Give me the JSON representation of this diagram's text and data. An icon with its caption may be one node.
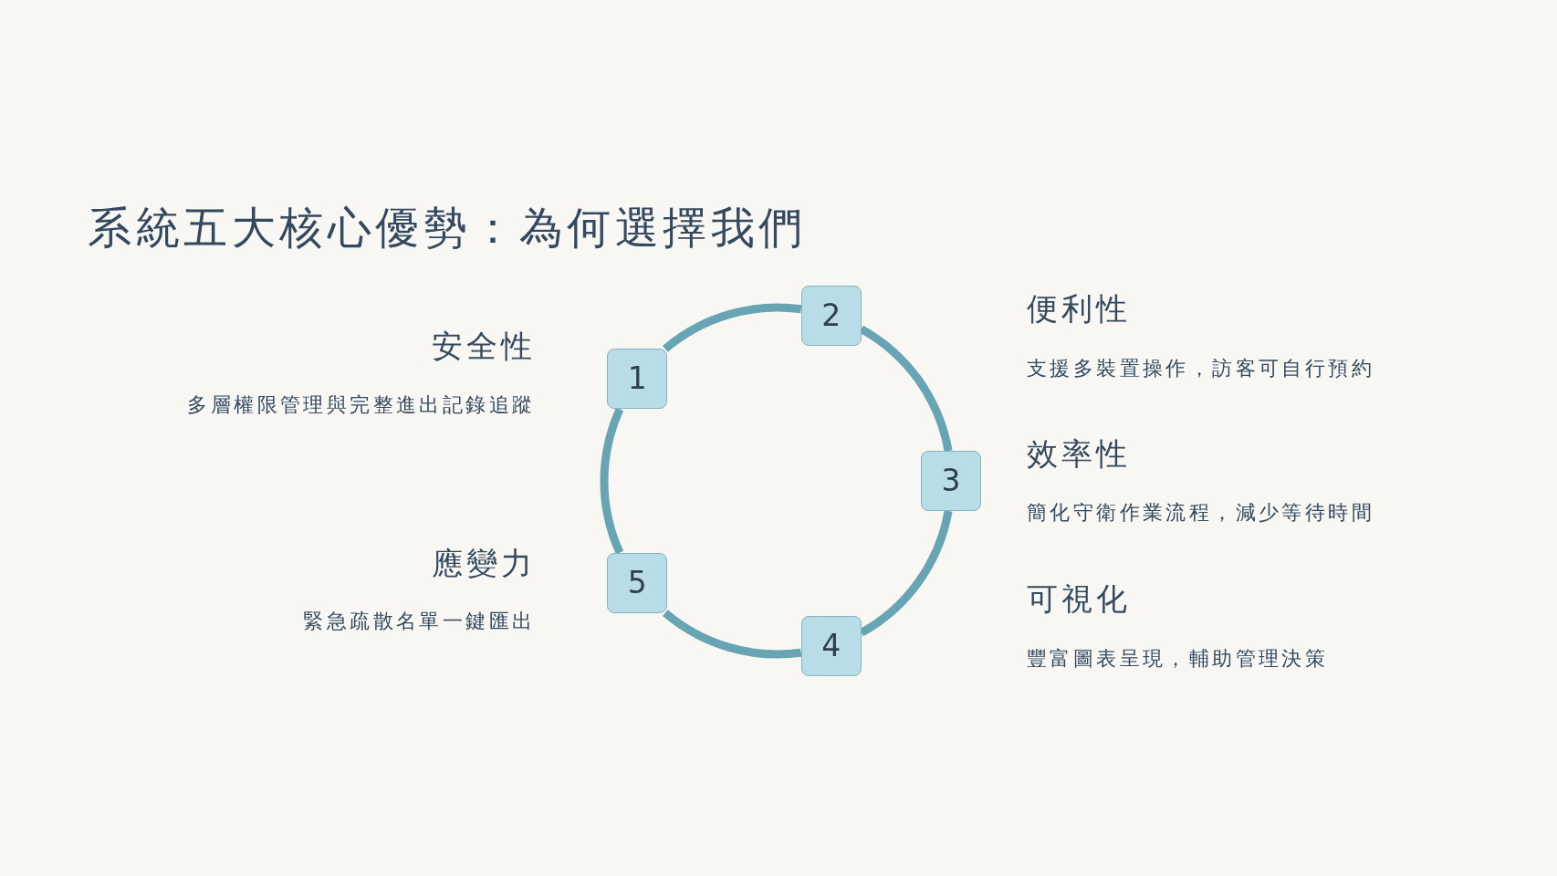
{
  "diagram": {
    "title": "系統五大核心優勢：為何選擇我們",
    "nodes": [
      {
        "text": [
          "1"
        ],
        "beside": [
          "安全性",
          "多層權限管理與完整進出記錄追蹤"
        ]
      },
      {
        "text": [
          "2"
        ],
        "beside": [
          "便利性",
          "支援多裝置操作，訪客可自行預約"
        ]
      },
      {
        "text": [
          "3"
        ],
        "beside": [
          "效率性",
          "簡化守衛作業流程，減少等待時間"
        ]
      },
      {
        "text": [
          "4"
        ],
        "beside": [
          "可視化",
          "豐富圖表呈現，輔助管理決策"
        ]
      },
      {
        "text": [
          "5"
        ],
        "beside": [
          "應變力",
          "緊急疏散名單一鍵匯出"
        ]
      }
    ],
    "edges": [
      {
        "from": 0,
        "to": 1,
        "arrow": "none"
      },
      {
        "from": 1,
        "to": 2,
        "arrow": "none"
      },
      {
        "from": 2,
        "to": 3,
        "arrow": "none"
      },
      {
        "from": 3,
        "to": 4,
        "arrow": "none"
      },
      {
        "from": 4,
        "to": 0,
        "arrow": "none"
      }
    ]
  }
}
